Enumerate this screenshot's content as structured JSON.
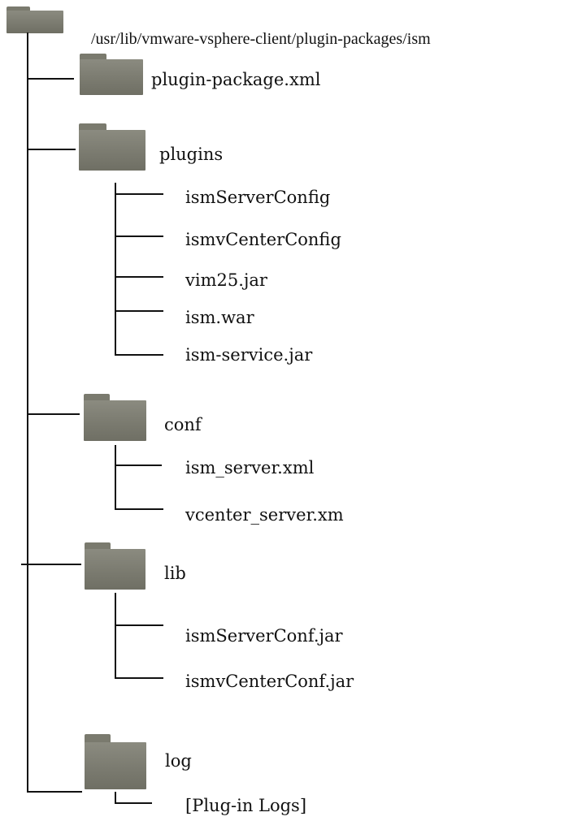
{
  "root": {
    "path": "/usr/lib/vmware-vsphere-client/plugin-packages/ism",
    "icon": "folder-icon"
  },
  "entries": {
    "plugin_package_xml": "plugin-package.xml",
    "plugins": {
      "name": "plugins",
      "children": [
        "ismServerConfig",
        "ismvCenterConfig",
        "vim25.jar",
        "ism.war",
        "ism-service.jar"
      ]
    },
    "conf": {
      "name": "conf",
      "children": [
        "ism_server.xml",
        "vcenter_server.xm"
      ]
    },
    "lib": {
      "name": "lib",
      "children": [
        "ismServerConf.jar",
        "ismvCenterConf.jar"
      ]
    },
    "log": {
      "name": "log",
      "children": [
        "[Plug-in Logs]"
      ]
    }
  },
  "colors": {
    "folder": "#7b7b70",
    "line": "#111111",
    "background": "#ffffff"
  }
}
